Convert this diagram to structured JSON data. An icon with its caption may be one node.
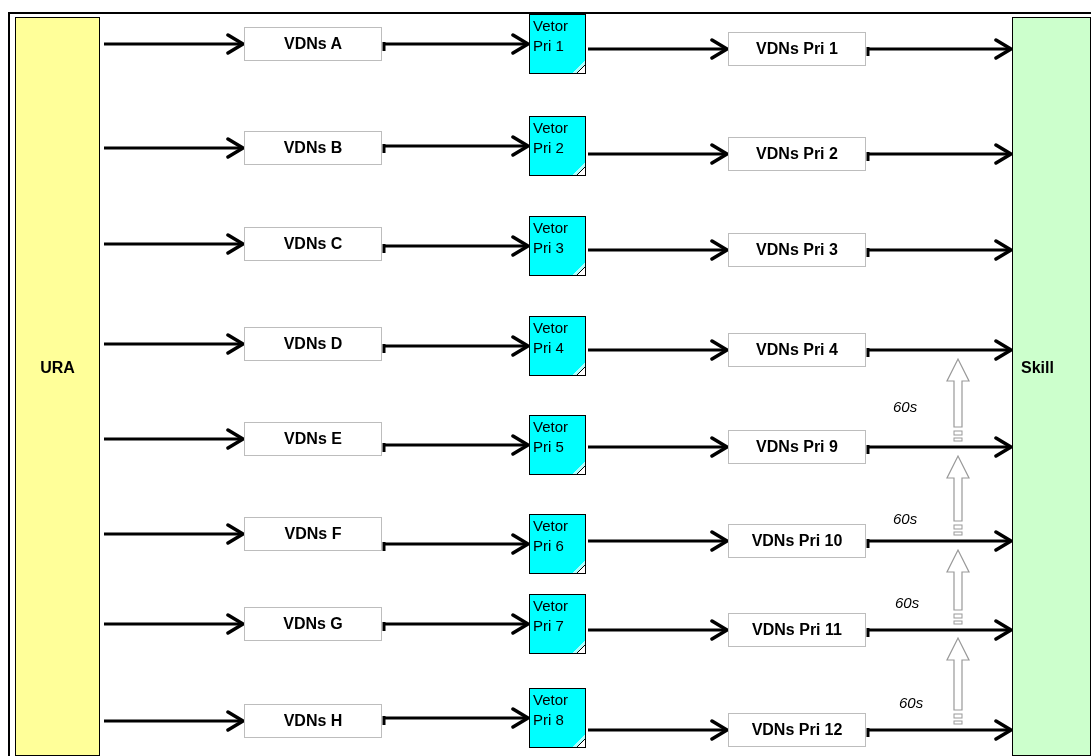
{
  "diagram": {
    "nodes": [
      {
        "text": [
          "URA"
        ]
      },
      {
        "text": [
          "VDNs A"
        ]
      },
      {
        "text": [
          "Vetor Pri 1"
        ]
      },
      {
        "text": [
          "VDNs Pri 1"
        ]
      },
      {
        "text": [
          "VDNs B"
        ]
      },
      {
        "text": [
          "Vetor Pri 2"
        ]
      },
      {
        "text": [
          "VDNs Pri 2"
        ]
      },
      {
        "text": [
          "VDNs C"
        ]
      },
      {
        "text": [
          "Vetor Pri 3"
        ]
      },
      {
        "text": [
          "VDNs Pri 3"
        ]
      },
      {
        "text": [
          "VDNs D"
        ]
      },
      {
        "text": [
          "Vetor Pri 4"
        ]
      },
      {
        "text": [
          "VDNs Pri 4"
        ]
      },
      {
        "text": [
          "VDNs E"
        ]
      },
      {
        "text": [
          "Vetor Pri 5"
        ]
      },
      {
        "text": [
          "VDNs Pri 9"
        ]
      },
      {
        "text": [
          "VDNs F"
        ]
      },
      {
        "text": [
          "Vetor Pri 6"
        ]
      },
      {
        "text": [
          "VDNs Pri 10"
        ]
      },
      {
        "text": [
          "VDNs G"
        ]
      },
      {
        "text": [
          "Vetor Pri 7"
        ]
      },
      {
        "text": [
          "VDNs Pri 11"
        ]
      },
      {
        "text": [
          "VDNs H"
        ]
      },
      {
        "text": [
          "Vetor Pri 8"
        ]
      },
      {
        "text": [
          "VDNs Pri 12"
        ]
      },
      {
        "text": [
          "Skill"
        ]
      }
    ],
    "edges": [
      {
        "from": 0,
        "to": 1,
        "arrow": "to"
      },
      {
        "from": 1,
        "to": 2,
        "arrow": "to"
      },
      {
        "from": 2,
        "to": 3,
        "arrow": "to"
      },
      {
        "from": 3,
        "to": 25,
        "arrow": "to"
      },
      {
        "from": 0,
        "to": 4,
        "arrow": "to"
      },
      {
        "from": 4,
        "to": 5,
        "arrow": "to"
      },
      {
        "from": 5,
        "to": 6,
        "arrow": "to"
      },
      {
        "from": 6,
        "to": 25,
        "arrow": "to"
      },
      {
        "from": 0,
        "to": 7,
        "arrow": "to"
      },
      {
        "from": 7,
        "to": 8,
        "arrow": "to"
      },
      {
        "from": 8,
        "to": 9,
        "arrow": "to"
      },
      {
        "from": 9,
        "to": 25,
        "arrow": "to"
      },
      {
        "from": 0,
        "to": 10,
        "arrow": "to"
      },
      {
        "from": 10,
        "to": 11,
        "arrow": "to"
      },
      {
        "from": 11,
        "to": 12,
        "arrow": "to"
      },
      {
        "from": 12,
        "to": 25,
        "arrow": "to"
      },
      {
        "from": 0,
        "to": 13,
        "arrow": "to"
      },
      {
        "from": 13,
        "to": 14,
        "arrow": "to"
      },
      {
        "from": 14,
        "to": 15,
        "arrow": "to"
      },
      {
        "from": 15,
        "to": 25,
        "arrow": "to"
      },
      {
        "from": 0,
        "to": 16,
        "arrow": "to"
      },
      {
        "from": 16,
        "to": 17,
        "arrow": "to"
      },
      {
        "from": 17,
        "to": 18,
        "arrow": "to"
      },
      {
        "from": 18,
        "to": 25,
        "arrow": "to"
      },
      {
        "from": 0,
        "to": 19,
        "arrow": "to"
      },
      {
        "from": 19,
        "to": 20,
        "arrow": "to"
      },
      {
        "from": 20,
        "to": 21,
        "arrow": "to"
      },
      {
        "from": 21,
        "to": 25,
        "arrow": "to"
      },
      {
        "from": 0,
        "to": 22,
        "arrow": "to"
      },
      {
        "from": 22,
        "to": 23,
        "arrow": "to"
      },
      {
        "from": 23,
        "to": 24,
        "arrow": "to"
      },
      {
        "from": 24,
        "to": 25,
        "arrow": "to"
      }
    ],
    "labels": [
      "60s",
      "60s",
      "60s",
      "60s"
    ]
  }
}
